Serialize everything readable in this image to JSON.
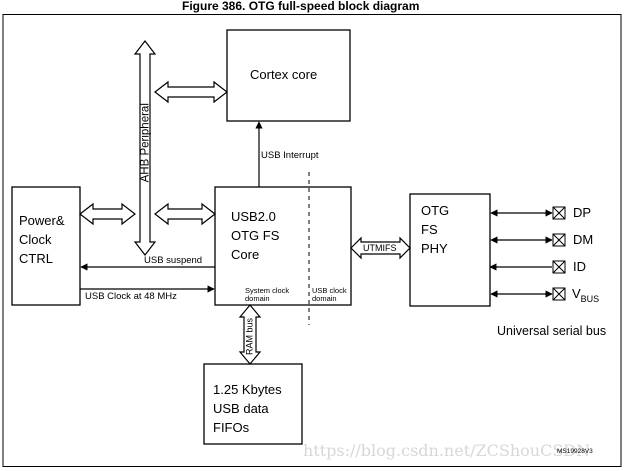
{
  "figure_title": "Figure 386. OTG full-speed block diagram",
  "blocks": {
    "cortex": "Cortex core",
    "power": "Power&\nClock\nCTRL",
    "usb_core": "USB2.0\nOTG FS\nCore",
    "phy": "OTG\nFS\nPHY",
    "fifos": "1.25 Kbytes\nUSB data\nFIFOs"
  },
  "labels": {
    "ahb": "AHB Peripheral",
    "usb_interrupt": "USB Interrupt",
    "usb_suspend": "USB suspend",
    "usb_clock": "USB Clock at 48 MHz",
    "system_clock_domain": "System clock\ndomain",
    "usb_clock_domain": "USB clock\ndomain",
    "utmifs": "UTMIFS",
    "ram_bus": "RAM bus",
    "universal_serial_bus": "Universal serial bus"
  },
  "pins": {
    "dp": "DP",
    "dm": "DM",
    "id": "ID",
    "vbus_main": "V",
    "vbus_sub": "BUS"
  },
  "watermark": "https://blog.csdn.net/ZCShouCSDN",
  "figure_code": "MS19928V3"
}
